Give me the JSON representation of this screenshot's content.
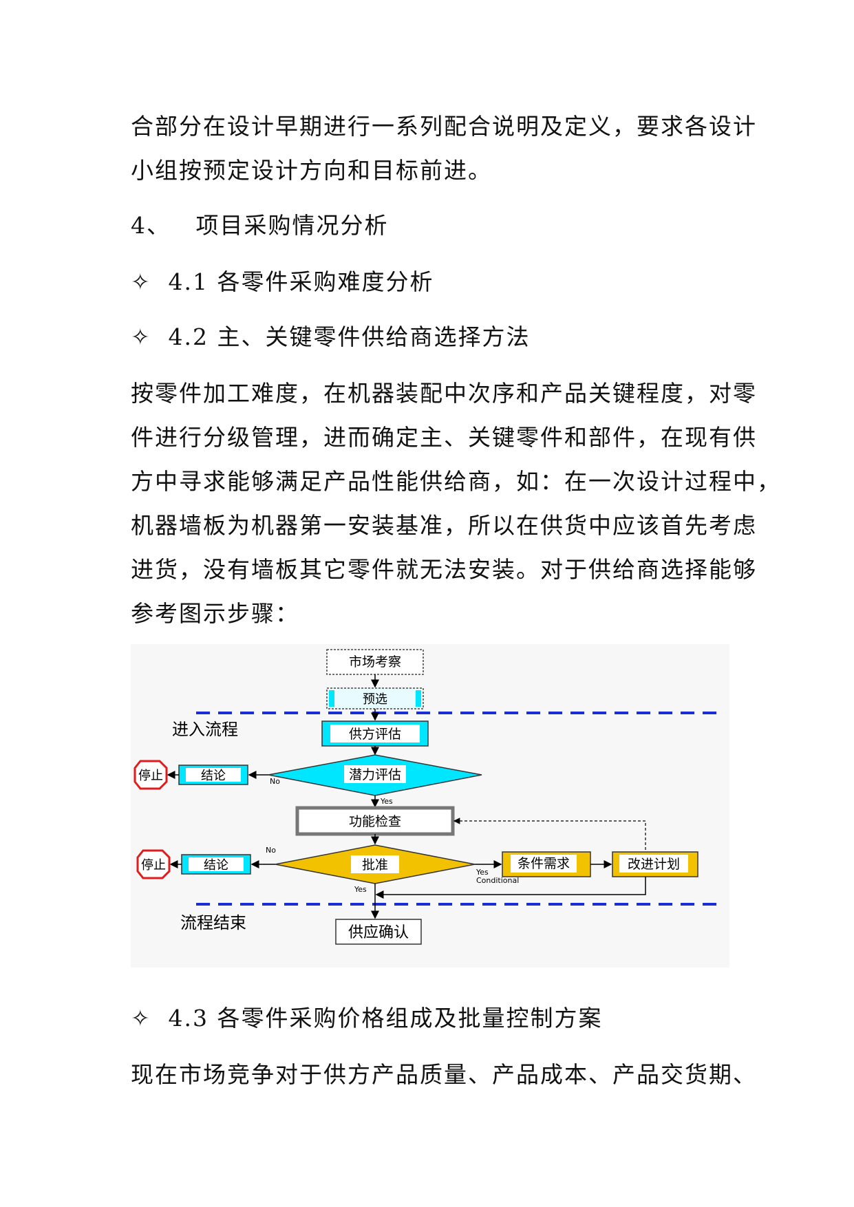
{
  "body": {
    "lines_top": [
      "合部分在设计早期进行一系列配合说明及定义，要求各设计",
      "小组按预定设计方向和目标前进。"
    ],
    "section4": {
      "num": "4、",
      "title": "项目采购情况分析"
    },
    "sub41": {
      "bullet": "✧",
      "text": "4.1 各零件采购难度分析"
    },
    "sub42": {
      "bullet": "✧",
      "text": "4.2 主、关键零件供给商选择方法"
    },
    "para42": [
      "按零件加工难度，在机器装配中次序和产品关键程度，对零",
      "件进行分级管理，进而确定主、关键零件和部件，在现有供",
      "方中寻求能够满足产品性能供给商，如：在一次设计过程中，",
      "机器墙板为机器第一安装基准，所以在供货中应该首先考虑",
      "进货，没有墙板其它零件就无法安装。对于供给商选择能够",
      "参考图示步骤："
    ],
    "sub43": {
      "bullet": "✧",
      "text": "4.3 各零件采购价格组成及批量控制方案"
    },
    "para43": [
      "现在市场竞争对于供方产品质量、产品成本、产品交货期、"
    ]
  },
  "flowchart": {
    "market_survey": "市场考察",
    "preselect": "预选",
    "entry_label": "进入流程",
    "supplier_eval": "供方评估",
    "potential_eval": "潜力评估",
    "conclusion1": "结论",
    "stop1": "停止",
    "no1": "No",
    "yes1": "Yes",
    "function_check": "功能检查",
    "approve": "批准",
    "conclusion2": "结论",
    "stop2": "停止",
    "no2": "No",
    "yes_conditional": "Yes\nConditional",
    "yes2": "Yes",
    "condition_req": "条件需求",
    "improve_plan": "改进计划",
    "end_label": "流程结束",
    "supply_confirm": "供应确认",
    "colors": {
      "cyan": "#00e6ff",
      "gold": "#f2c200",
      "dash": "#1a2ed6",
      "stop": "#e11b1b"
    }
  }
}
